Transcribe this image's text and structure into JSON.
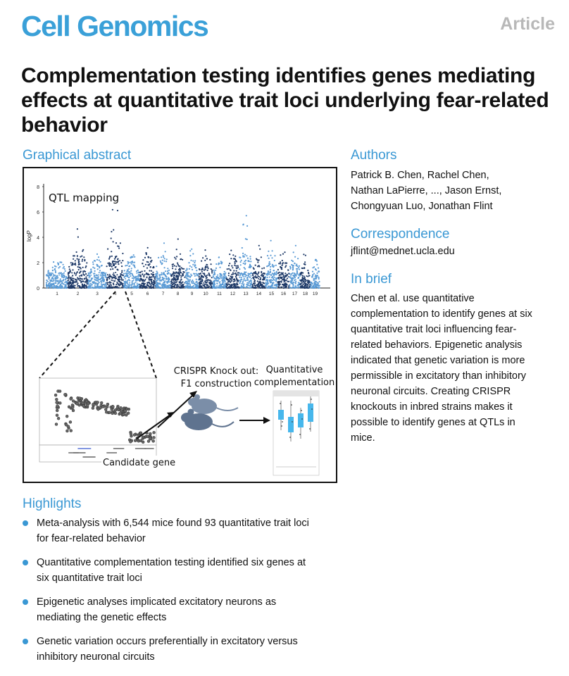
{
  "header": {
    "journal": "Cell Genomics",
    "type": "Article"
  },
  "title": "Complementation testing identifies genes mediating effects at quantitative trait loci underlying fear-related behavior",
  "graphical_abstract": {
    "heading": "Graphical abstract",
    "qtl_label": "QTL mapping",
    "ylabel": "logP",
    "y_ticks": [
      "0",
      "2",
      "4",
      "6",
      "8"
    ],
    "chromosomes": [
      "1",
      "2",
      "3",
      "4",
      "5",
      "6",
      "7",
      "8",
      "9",
      "10",
      "11",
      "12",
      "13",
      "14",
      "15",
      "16",
      "17",
      "18",
      "19"
    ],
    "crispr_label_line1": "CRISPR Knock out:",
    "crispr_label_line2": "F1 construction",
    "quant_label_line1": "Quantitative",
    "quant_label_line2": "complementation",
    "candidate_label": "Candidate gene",
    "colors": {
      "light": "#5b9bd5",
      "dark": "#1f3a68",
      "box": "#47b7ec",
      "mouse": "#6b7f99"
    }
  },
  "authors": {
    "heading": "Authors",
    "lines": [
      "Patrick B. Chen, Rachel Chen,",
      "Nathan LaPierre, ..., Jason Ernst,",
      "Chongyuan Luo, Jonathan Flint"
    ]
  },
  "correspondence": {
    "heading": "Correspondence",
    "email": "jflint@mednet.ucla.edu"
  },
  "in_brief": {
    "heading": "In brief",
    "lines": [
      "Chen et al. use quantitative",
      "complementation to identify genes at six",
      "quantitative trait loci influencing fear-",
      "related behaviors. Epigenetic analysis",
      "indicated that genetic variation is more",
      "permissible in excitatory than inhibitory",
      "neuronal circuits. Creating CRISPR",
      "knockouts in inbred strains makes it",
      "possible to identify genes at QTLs in",
      "mice."
    ]
  },
  "highlights": {
    "heading": "Highlights",
    "items": [
      {
        "line1": "Meta-analysis with 6,544 mice found 93 quantitative trait loci",
        "line2": "for fear-related behavior"
      },
      {
        "line1": "Quantitative complementation testing identified six genes at",
        "line2": "six quantitative trait loci"
      },
      {
        "line1": "Epigenetic analyses implicated excitatory neurons as",
        "line2": "mediating the genetic effects"
      },
      {
        "line1": "Genetic variation occurs preferentially in excitatory versus",
        "line2": "inhibitory neuronal circuits"
      }
    ]
  }
}
